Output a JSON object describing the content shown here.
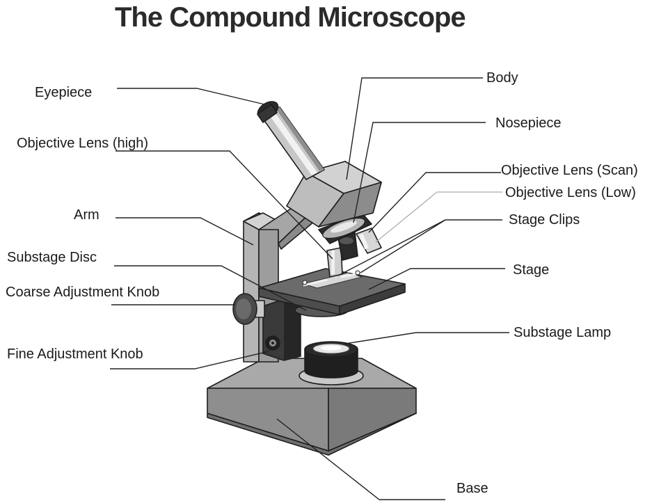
{
  "title": "The Compound Microscope",
  "labels": {
    "eyepiece": "Eyepiece",
    "objective_high": "Objective Lens (high)",
    "arm": "Arm",
    "substage_disc": "Substage Disc",
    "coarse_knob": "Coarse Adjustment Knob",
    "fine_knob": "Fine Adjustment Knob",
    "body": "Body",
    "nosepiece": "Nosepiece",
    "objective_scan": "Objective Lens (Scan)",
    "objective_low": "Objective Lens (Low)",
    "stage_clips": "Stage Clips",
    "stage": "Stage",
    "substage_lamp": "Substage Lamp",
    "base": "Base"
  }
}
